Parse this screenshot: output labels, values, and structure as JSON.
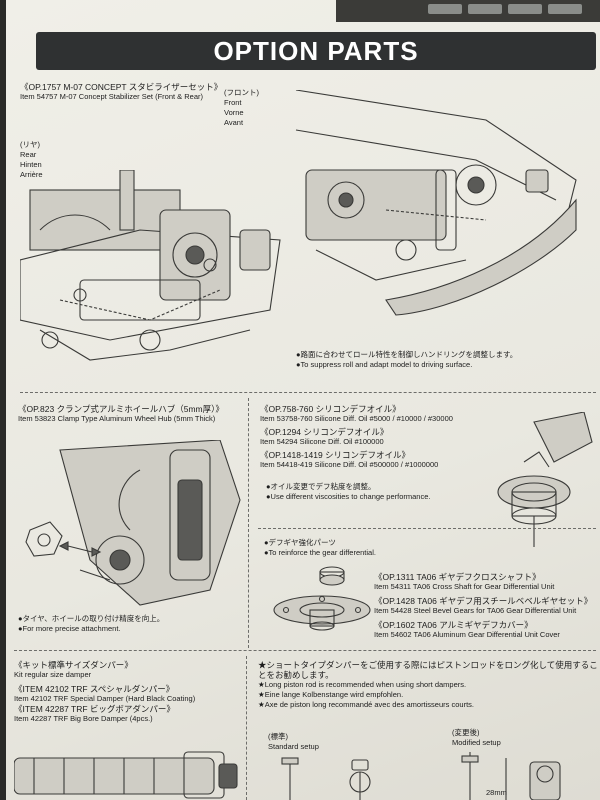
{
  "header": {
    "title": "OPTION PARTS"
  },
  "stabilizer": {
    "item_jp": "《OP.1757 M-07 CONCEPT スタビライザーセット》",
    "item_en": "Item 54757 M-07 Concept Stabilizer Set (Front & Rear)",
    "front_jp": "(フロント)",
    "front": [
      "Front",
      "Vorne",
      "Avant"
    ],
    "rear_jp": "(リヤ)",
    "rear": [
      "Rear",
      "Hinten",
      "Arrière"
    ],
    "note_jp": "●路面に合わせてロール特性を制御しハンドリングを調整します。",
    "note_en": "●To suppress roll and adapt model to driving surface."
  },
  "wheel_hub": {
    "item_jp": "《OP.823 クランプ式アルミホイールハブ（5mm厚）》",
    "item_en": "Item 53823 Clamp Type Aluminum Wheel Hub (5mm Thick)",
    "note_jp": "●タイヤ、ホイールの取り付け精度を向上。",
    "note_en": "●For more precise attachment."
  },
  "diff_oil": {
    "items": [
      {
        "jp": "《OP.758-760 シリコンデフオイル》",
        "en": "Item 53758-760 Silicone Diff. Oil #5000 / #10000 / #30000"
      },
      {
        "jp": "《OP.1294 シリコンデフオイル》",
        "en": "Item 54294 Silicone Diff. Oil #100000"
      },
      {
        "jp": "《OP.1418-1419 シリコンデフオイル》",
        "en": "Item 54418-419 Silicone Diff. Oil #500000 / #1000000"
      }
    ],
    "note_jp": "●オイル変更でデフ粘度を調整。",
    "note_en": "●Use different viscosities to change performance."
  },
  "diff_parts": {
    "heading_jp": "●デフギヤ強化パーツ",
    "heading_en": "●To reinforce the gear differential.",
    "items": [
      {
        "jp": "《OP.1311 TA06 ギヤデフクロスシャフト》",
        "en": "Item 54311 TA06 Cross Shaft for Gear Differential Unit"
      },
      {
        "jp": "《OP.1428 TA06 ギヤデフ用スチールベベルギヤセット》",
        "en": "Item 54428 Steel Bevel Gears for TA06 Gear Differential Unit"
      },
      {
        "jp": "《OP.1602 TA06 アルミギヤデフカバー》",
        "en": "Item 54602 TA06 Aluminum Gear Differential Unit Cover"
      }
    ]
  },
  "dampers": {
    "kit_jp": "《キット標準サイズダンパー》",
    "kit_en": "Kit regular size damper",
    "item1_jp": "《ITEM 42102 TRF スペシャルダンパー》",
    "item1_en": "Item 42102 TRF Special Damper (Hard Black Coating)",
    "item2_jp": "《ITEM 42287 TRF ビッグボアダンパー》",
    "item2_en": "Item 42287 TRF Big Bore Damper (4pcs.)"
  },
  "short_dampers": {
    "note_jp": "★ショートタイプダンパーをご使用する際にはピストンロッドをロング化して使用するこ",
    "note_jp2": "とをお勧めします。",
    "note_en": "★Long piston rod is recommended when using short dampers.",
    "note_de": "★Eine lange Kolbenstange wird empfohlen.",
    "note_fr": "★Axe de piston long recommandé avec des amortisseurs courts.",
    "standard_jp": "(標準)",
    "standard_en": "Standard setup",
    "modified_jp": "(変更後)",
    "modified_en": "Modified setup",
    "dimension": "28mm"
  }
}
